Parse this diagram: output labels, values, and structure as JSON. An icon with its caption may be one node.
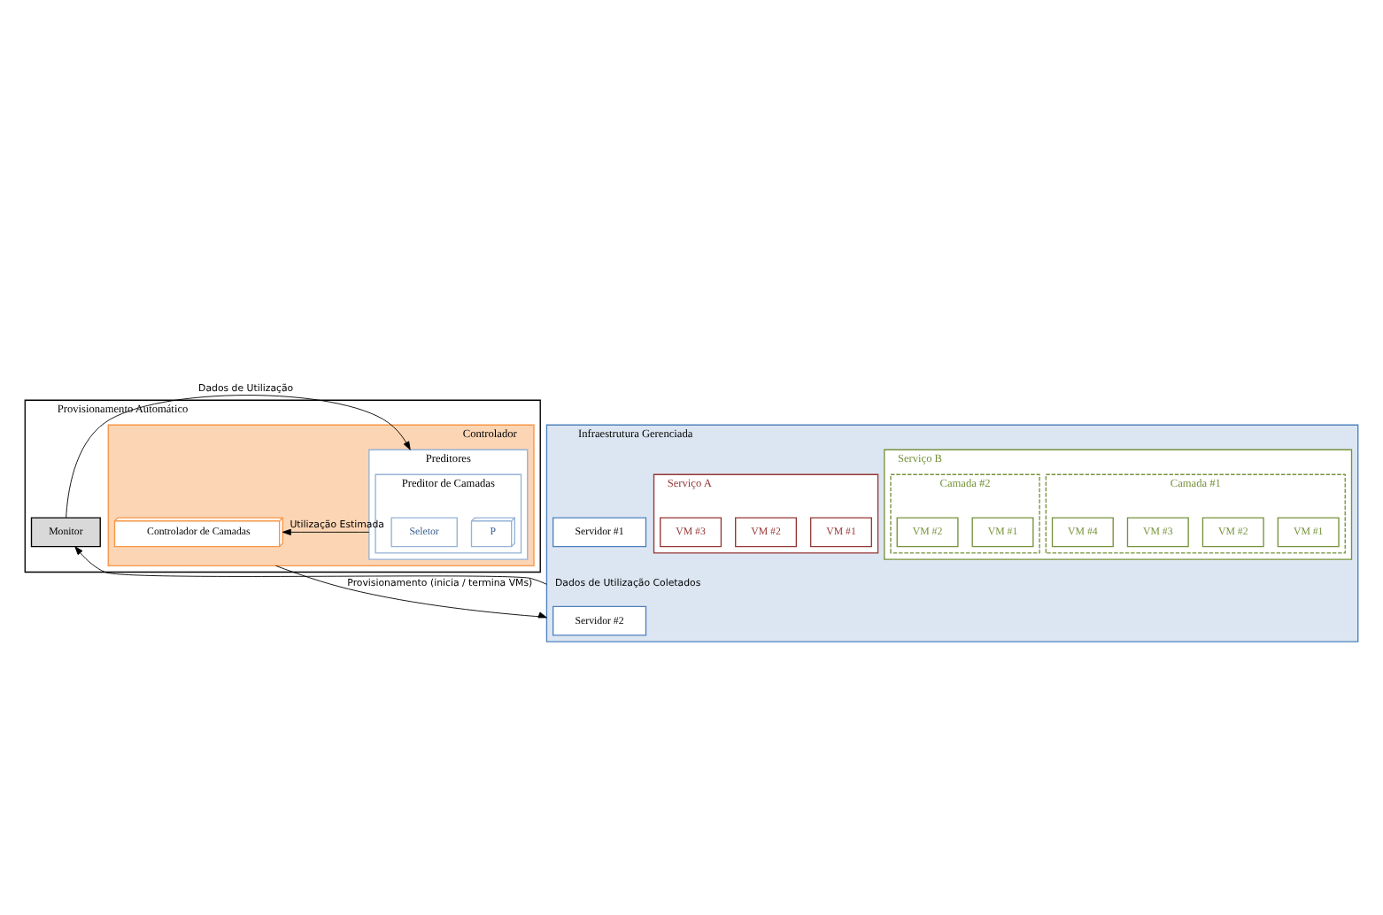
{
  "diagram": {
    "nodes": [
      {
        "text": [
          "Provisionamento Automático"
        ]
      },
      {
        "text": [
          "Monitor"
        ],
        "in": 0
      },
      {
        "text": [
          "Controlador"
        ],
        "in": 0
      },
      {
        "text": [
          "Preditores"
        ],
        "in": 2
      },
      {
        "text": [
          "Preditor de Camadas"
        ],
        "in": 3
      },
      {
        "text": [
          "P"
        ],
        "in": 4
      },
      {
        "text": [
          "Seletor"
        ],
        "in": 4
      },
      {
        "text": [
          "Controlador de Camadas"
        ],
        "in": 2
      },
      {
        "text": [
          "Infraestrutura Gerenciada"
        ]
      },
      {
        "text": [
          "Serviço B"
        ],
        "in": 8
      },
      {
        "text": [
          "Camada #1"
        ],
        "in": 9
      },
      {
        "text": [
          "VM #1"
        ],
        "in": 10
      },
      {
        "text": [
          "VM #2"
        ],
        "in": 10
      },
      {
        "text": [
          "VM #3"
        ],
        "in": 10
      },
      {
        "text": [
          "VM #4"
        ],
        "in": 10
      },
      {
        "text": [
          "Camada #2"
        ],
        "in": 9
      },
      {
        "text": [
          "VM #1"
        ],
        "in": 15
      },
      {
        "text": [
          "VM #2"
        ],
        "in": 15
      },
      {
        "text": [
          "Serviço A"
        ],
        "in": 8
      },
      {
        "text": [
          "VM #1"
        ],
        "in": 18
      },
      {
        "text": [
          "VM #2"
        ],
        "in": 18
      },
      {
        "text": [
          "VM #3"
        ],
        "in": 18
      },
      {
        "text": [
          "Servidor #1"
        ],
        "in": 8
      },
      {
        "text": [
          "Servidor #2"
        ],
        "in": 8
      }
    ],
    "edges": [
      {
        "from": 1,
        "to": 3,
        "arrow": "to",
        "label": "Dados de Utilização"
      },
      {
        "from": 3,
        "to": 7,
        "arrow": "to",
        "label": "Utilização Estimada"
      },
      {
        "from": 8,
        "to": 1,
        "arrow": "to",
        "label": "Dados de Utilização Coletados"
      },
      {
        "from": 2,
        "to": 8,
        "arrow": "to",
        "label": "Provisionamento (inicia / termina VMs)"
      }
    ]
  }
}
